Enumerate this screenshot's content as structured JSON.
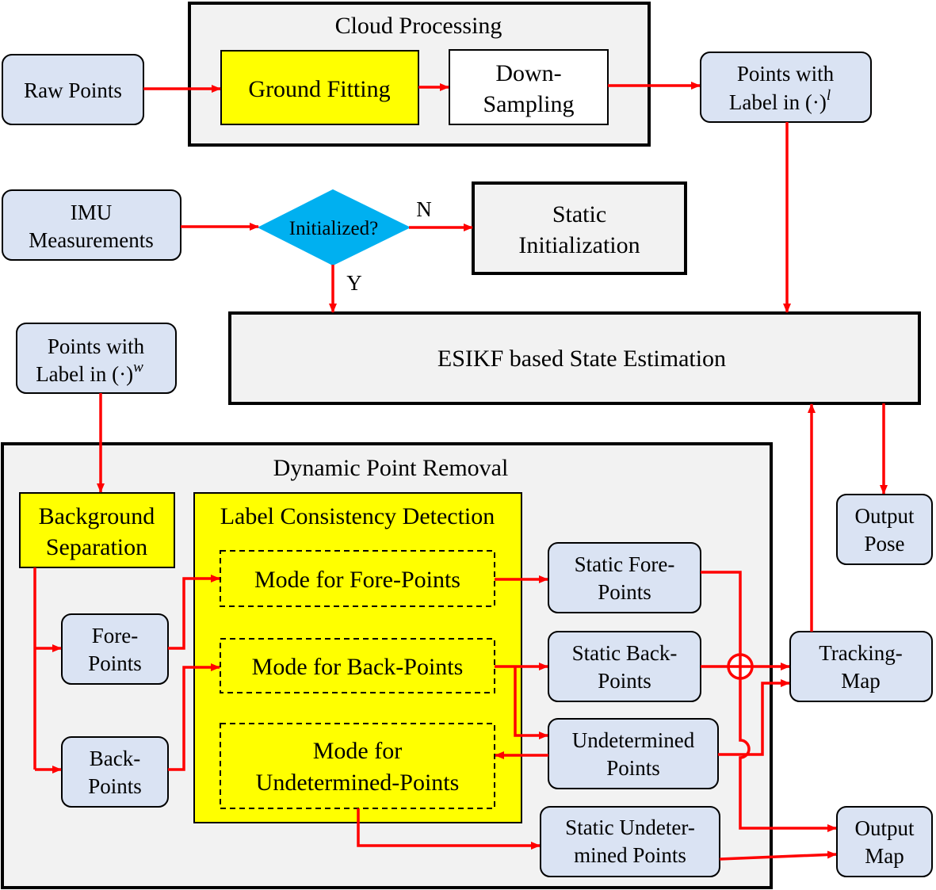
{
  "groups": {
    "cloud_processing": "Cloud Processing",
    "dynamic_point_removal": "Dynamic Point Removal",
    "label_consistency": "Label Consistency Detection"
  },
  "nodes": {
    "raw_points": [
      "Raw Points"
    ],
    "ground_fitting": [
      "Ground Fitting"
    ],
    "down_sampling": [
      "Down-",
      "Sampling"
    ],
    "points_label_l": [
      "Points with",
      "Label in (·)",
      "l"
    ],
    "imu": [
      "IMU",
      "Measurements"
    ],
    "initialized": [
      "Initialized?"
    ],
    "static_init": [
      "Static",
      "Initialization"
    ],
    "esikf": [
      "ESIKF based State Estimation"
    ],
    "points_label_w": [
      "Points with",
      "Label in (·)",
      "w"
    ],
    "background_sep": [
      "Background",
      "Separation"
    ],
    "fore_points": [
      "Fore-",
      "Points"
    ],
    "back_points": [
      "Back-",
      "Points"
    ],
    "mode_fore": [
      "Mode for Fore-Points"
    ],
    "mode_back": [
      "Mode for Back-Points"
    ],
    "mode_undet": [
      "Mode for",
      "Undetermined-Points"
    ],
    "static_fore": [
      "Static Fore-",
      "Points"
    ],
    "static_back": [
      "Static Back-",
      "Points"
    ],
    "undetermined": [
      "Undetermined",
      "Points"
    ],
    "static_undet": [
      "Static Undeter-",
      "mined Points"
    ],
    "output_pose": [
      "Output",
      "Pose"
    ],
    "tracking_map": [
      "Tracking-",
      "Map"
    ],
    "output_map": [
      "Output",
      "Map"
    ]
  },
  "edge_labels": {
    "no": "N",
    "yes": "Y"
  },
  "colors": {
    "edge": "#ff0000",
    "node_fill": "#dae3f3",
    "highlight": "#ffff00",
    "decision": "#00b0f0",
    "group_fill": "#f2f2f2",
    "outline": "#000000"
  }
}
